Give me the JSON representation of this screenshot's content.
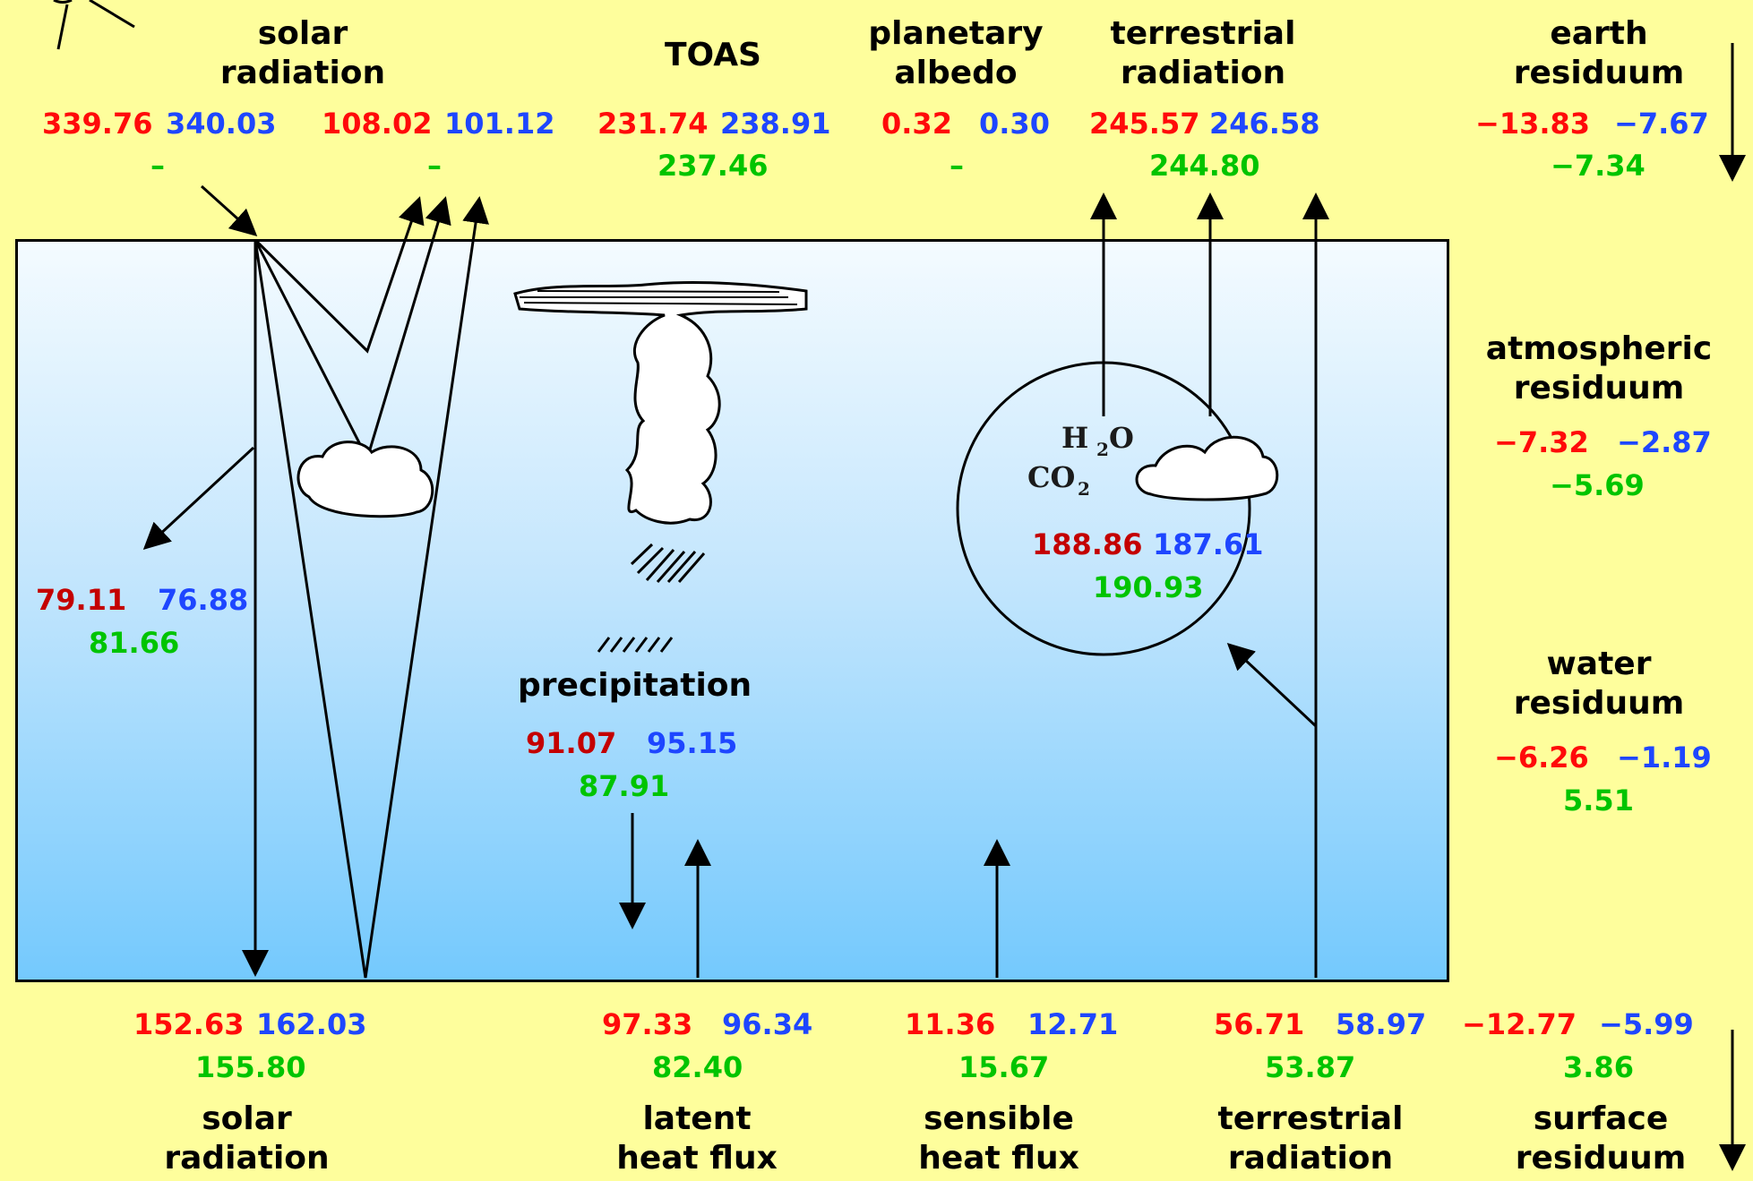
{
  "top": {
    "solar_radiation": {
      "label": "solar\nradiation",
      "incoming": {
        "red": "339.76",
        "blue": "340.03",
        "green": "–"
      },
      "reflected": {
        "red": "108.02",
        "blue": "101.12",
        "green": "–"
      }
    },
    "toas": {
      "label": "TOAS",
      "red": "231.74",
      "blue": "238.91",
      "green": "237.46"
    },
    "planetary_albedo": {
      "label": "planetary\nalbedo",
      "red": "0.32",
      "blue": "0.30",
      "green": "–"
    },
    "terrestrial_radiation": {
      "label": "terrestrial\nradiation",
      "red": "245.57",
      "blue": "246.58",
      "green": "244.80"
    },
    "earth_residuum": {
      "label": "earth\nresiduum",
      "red": "−13.83",
      "blue": "−7.67",
      "green": "−7.34"
    }
  },
  "atmosphere": {
    "absorbed_solar": {
      "red": "79.11",
      "blue": "76.88",
      "green": "81.66"
    },
    "greenhouse": {
      "h": "H",
      "h_sub": "2",
      "o": "O",
      "co": "CO",
      "co_sub": "2",
      "red": "188.86",
      "blue": "187.61",
      "green": "190.93"
    },
    "precipitation": {
      "label": "precipitation",
      "red": "91.07",
      "blue": "95.15",
      "green": "87.91"
    }
  },
  "right": {
    "atmospheric_residuum": {
      "label": "atmospheric\nresiduum",
      "red": "−7.32",
      "blue": "−2.87",
      "green": "−5.69"
    },
    "water_residuum": {
      "label": "water\nresiduum",
      "red": "−6.26",
      "blue": "−1.19",
      "green": "5.51"
    }
  },
  "bottom": {
    "solar_radiation": {
      "label": "solar\nradiation",
      "red": "152.63",
      "blue": "162.03",
      "green": "155.80"
    },
    "latent_heat_flux": {
      "label": "latent\nheat flux",
      "red": "97.33",
      "blue": "96.34",
      "green": "82.40"
    },
    "sensible_heat_flux": {
      "label": "sensible\nheat flux",
      "red": "11.36",
      "blue": "12.71",
      "green": "15.67"
    },
    "terrestrial_radiation": {
      "label": "terrestrial\nradiation",
      "red": "56.71",
      "blue": "58.97",
      "green": "53.87"
    },
    "surface_residuum": {
      "label": "surface\nresiduum",
      "red": "−12.77",
      "blue": "−5.99",
      "green": "3.86"
    }
  },
  "colors": {
    "background": "#fefe9c",
    "red": "#ff0a0a",
    "dark_red": "#c40000",
    "blue": "#1e46ff",
    "green": "#00c400"
  }
}
